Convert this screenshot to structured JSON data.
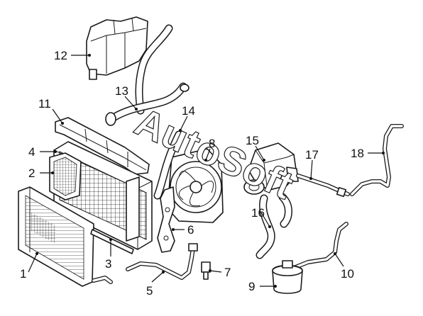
{
  "watermark": "AutoSoft",
  "callouts": [
    {
      "id": "c1",
      "label": "1"
    },
    {
      "id": "c2",
      "label": "2"
    },
    {
      "id": "c3",
      "label": "3"
    },
    {
      "id": "c4",
      "label": "4"
    },
    {
      "id": "c5",
      "label": "5"
    },
    {
      "id": "c6",
      "label": "6"
    },
    {
      "id": "c7",
      "label": "7"
    },
    {
      "id": "c8",
      "label": "8"
    },
    {
      "id": "c9",
      "label": "9"
    },
    {
      "id": "c10",
      "label": "10"
    },
    {
      "id": "c11",
      "label": "11"
    },
    {
      "id": "c12",
      "label": "12"
    },
    {
      "id": "c13",
      "label": "13"
    },
    {
      "id": "c14",
      "label": "14"
    },
    {
      "id": "c15",
      "label": "15"
    },
    {
      "id": "c16",
      "label": "16"
    },
    {
      "id": "c17",
      "label": "17"
    },
    {
      "id": "c18",
      "label": "18"
    }
  ]
}
